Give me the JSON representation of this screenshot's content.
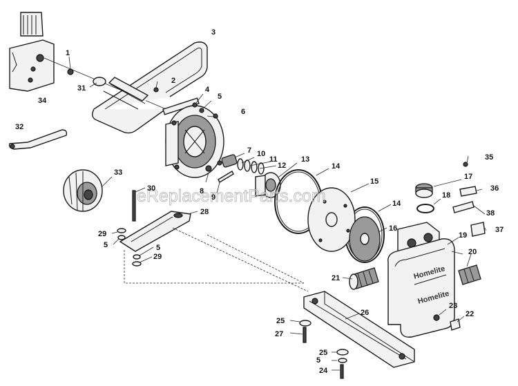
{
  "watermark": "eReplacementParts.com",
  "brand_mark": "Homelite",
  "callouts": [
    {
      "id": "c1",
      "text": "1"
    },
    {
      "id": "c2",
      "text": "2"
    },
    {
      "id": "c3",
      "text": "3"
    },
    {
      "id": "c4",
      "text": "4"
    },
    {
      "id": "c5a",
      "text": "5"
    },
    {
      "id": "c6",
      "text": "6"
    },
    {
      "id": "c7",
      "text": "7"
    },
    {
      "id": "c8",
      "text": "8"
    },
    {
      "id": "c9",
      "text": "9"
    },
    {
      "id": "c10",
      "text": "10"
    },
    {
      "id": "c11",
      "text": "11"
    },
    {
      "id": "c12",
      "text": "12"
    },
    {
      "id": "c13",
      "text": "13"
    },
    {
      "id": "c14a",
      "text": "14"
    },
    {
      "id": "c14b",
      "text": "14"
    },
    {
      "id": "c15",
      "text": "15"
    },
    {
      "id": "c16",
      "text": "16"
    },
    {
      "id": "c17",
      "text": "17"
    },
    {
      "id": "c18",
      "text": "18"
    },
    {
      "id": "c19",
      "text": "19"
    },
    {
      "id": "c20",
      "text": "20"
    },
    {
      "id": "c21",
      "text": "21"
    },
    {
      "id": "c22",
      "text": "22"
    },
    {
      "id": "c23",
      "text": "23"
    },
    {
      "id": "c24",
      "text": "24"
    },
    {
      "id": "c25a",
      "text": "25"
    },
    {
      "id": "c25b",
      "text": "25"
    },
    {
      "id": "c26",
      "text": "26"
    },
    {
      "id": "c27",
      "text": "27"
    },
    {
      "id": "c28",
      "text": "28"
    },
    {
      "id": "c29a",
      "text": "29"
    },
    {
      "id": "c29b",
      "text": "29"
    },
    {
      "id": "c30",
      "text": "30"
    },
    {
      "id": "c31",
      "text": "31"
    },
    {
      "id": "c32",
      "text": "32"
    },
    {
      "id": "c33",
      "text": "33"
    },
    {
      "id": "c34",
      "text": "34"
    },
    {
      "id": "c35",
      "text": "35"
    },
    {
      "id": "c36",
      "text": "36"
    },
    {
      "id": "c37",
      "text": "37"
    },
    {
      "id": "c38",
      "text": "38"
    },
    {
      "id": "c5b",
      "text": "5"
    },
    {
      "id": "c5c",
      "text": "5"
    },
    {
      "id": "c5d",
      "text": "5"
    }
  ]
}
